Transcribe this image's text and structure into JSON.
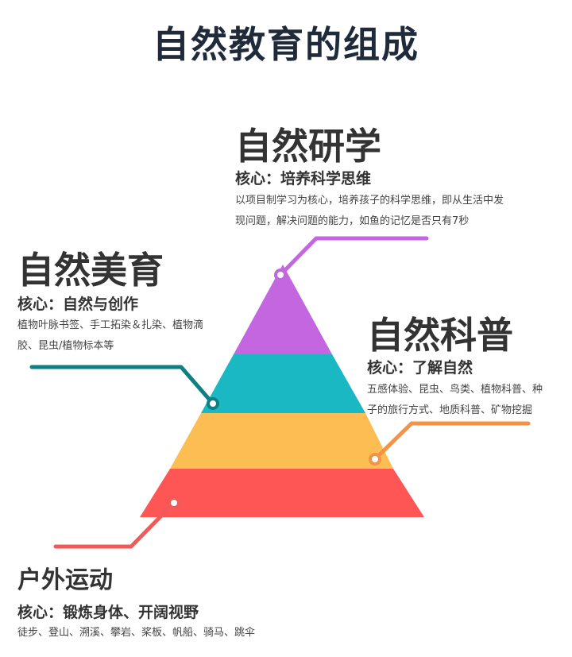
{
  "title": "自然教育的组成",
  "layers": [
    {
      "name": "自然研学",
      "core": "核心：培养科学思维",
      "desc_lines": [
        "以项目制学习为核心，培养孩子的科学思维，即从生活中发",
        "现问题，解决问题的能力，如鱼的记忆是否只有7秒"
      ],
      "color": "#c466e0"
    },
    {
      "name": "自然美育",
      "core": "核心：自然与创作",
      "desc_lines": [
        "植物叶脉书签、手工拓染＆扎染、植物滴",
        "胶、昆虫/植物标本等"
      ],
      "color": "#1ab8c2"
    },
    {
      "name": "自然科普",
      "core": "核心：了解自然",
      "desc_lines": [
        "五感体验、昆虫、鸟类、植物科普、种",
        "子的旅行方式、地质科普、矿物挖掘"
      ],
      "color": "#fcbd52"
    },
    {
      "name": "户外运动",
      "core": "核心：锻炼身体、开阔视野",
      "desc_lines": [
        "徒步、登山、溯溪、攀岩、桨板、帆船、骑马、跳伞"
      ],
      "color": "#fe5555"
    }
  ],
  "colors": {
    "title": "#1f2a3a",
    "teal_line": "#0e7f83",
    "orange_line": "#f29347",
    "red_line": "#f25a5a"
  }
}
